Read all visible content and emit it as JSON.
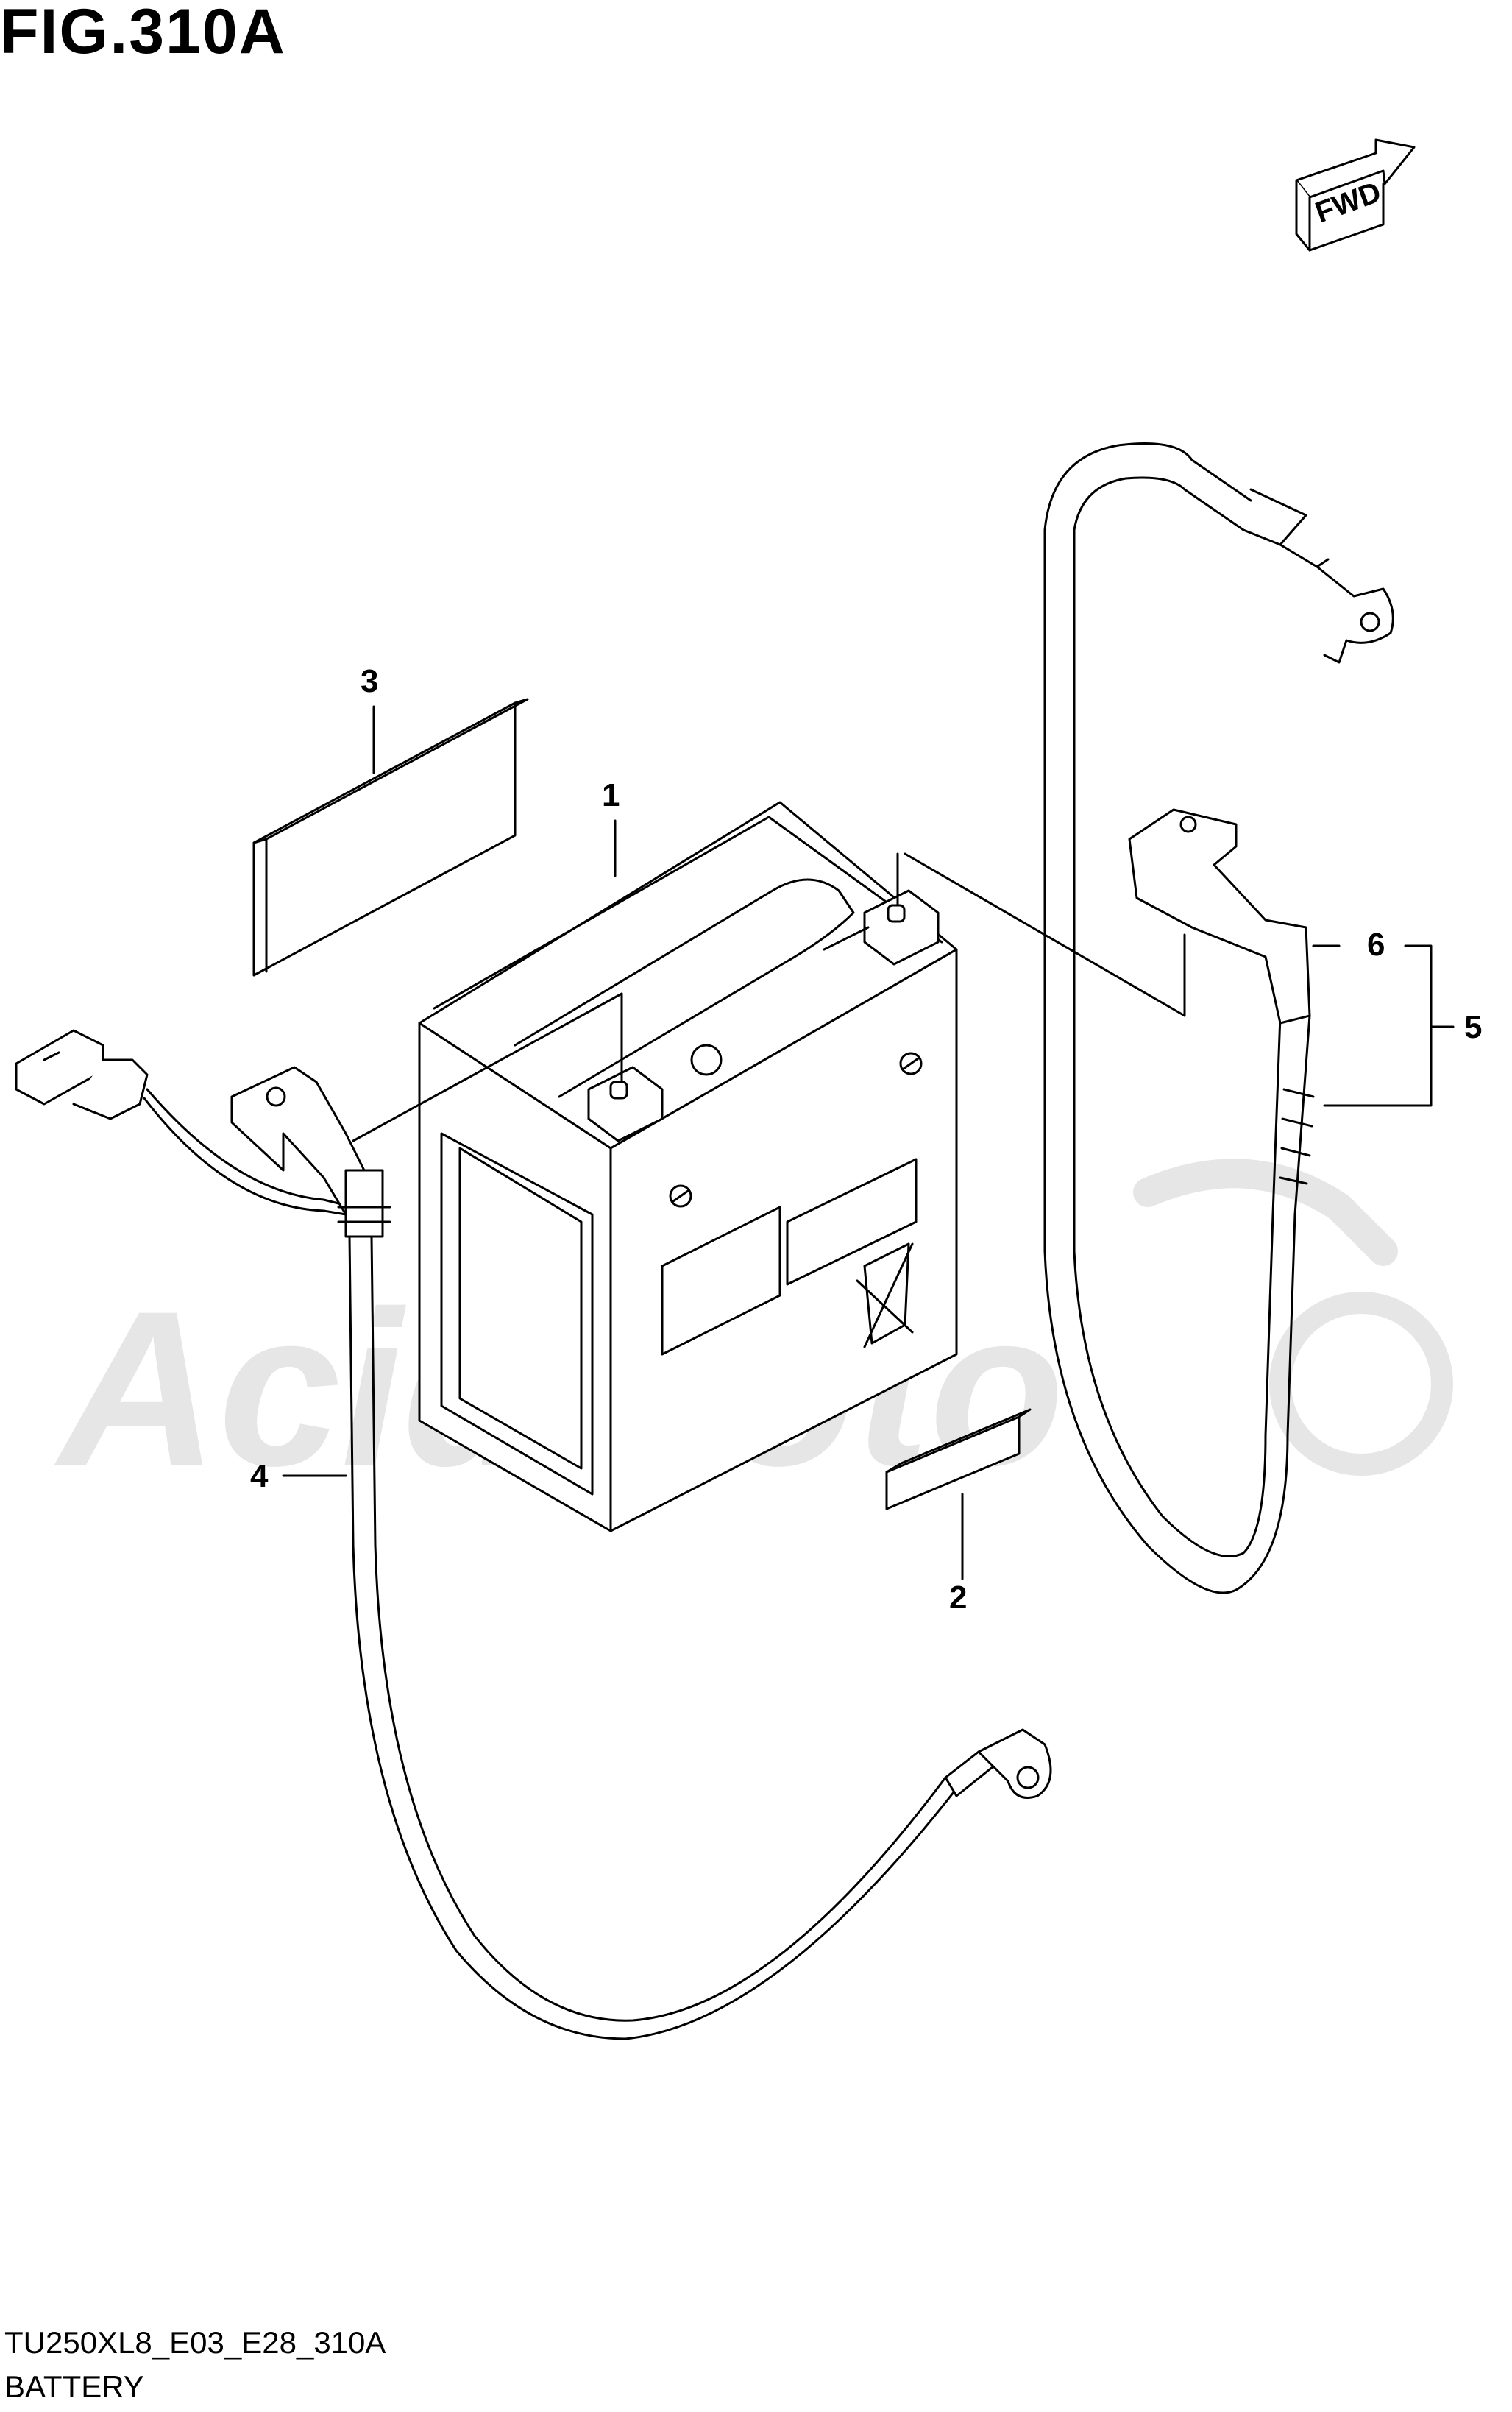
{
  "header": {
    "figure_label": "FIG.310A"
  },
  "direction": {
    "label": "FWD"
  },
  "callouts": [
    "1",
    "2",
    "3",
    "4",
    "5",
    "6"
  ],
  "footer": {
    "model_code": "TU250XL8_E03_E28_310A",
    "section": "BATTERY"
  },
  "watermark": {
    "text": "AcidMoto"
  },
  "colors": {
    "line": "#000000",
    "watermark": "#e6e6e6"
  }
}
